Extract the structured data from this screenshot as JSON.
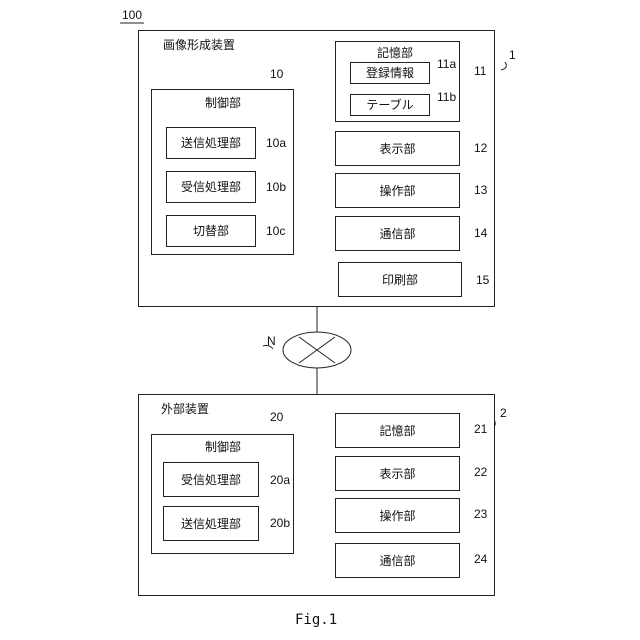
{
  "system_ref": "100",
  "figure_label": "Fig.1",
  "network_label": "N",
  "image_forming": {
    "title": "画像形成装置",
    "ref": "1",
    "controller": {
      "title": "制御部",
      "ref": "10",
      "units": [
        {
          "label": "送信処理部",
          "ref": "10a"
        },
        {
          "label": "受信処理部",
          "ref": "10b"
        },
        {
          "label": "切替部",
          "ref": "10c"
        }
      ]
    },
    "storage": {
      "title": "記憶部",
      "ref": "11",
      "items": [
        {
          "label": "登録情報",
          "ref": "11a"
        },
        {
          "label": "テーブル",
          "ref": "11b"
        }
      ]
    },
    "units": [
      {
        "label": "表示部",
        "ref": "12"
      },
      {
        "label": "操作部",
        "ref": "13"
      },
      {
        "label": "通信部",
        "ref": "14"
      },
      {
        "label": "印刷部",
        "ref": "15"
      }
    ]
  },
  "external": {
    "title": "外部装置",
    "ref": "2",
    "controller": {
      "title": "制御部",
      "ref": "20",
      "units": [
        {
          "label": "受信処理部",
          "ref": "20a"
        },
        {
          "label": "送信処理部",
          "ref": "20b"
        }
      ]
    },
    "units": [
      {
        "label": "記憶部",
        "ref": "21"
      },
      {
        "label": "表示部",
        "ref": "22"
      },
      {
        "label": "操作部",
        "ref": "23"
      },
      {
        "label": "通信部",
        "ref": "24"
      }
    ]
  }
}
